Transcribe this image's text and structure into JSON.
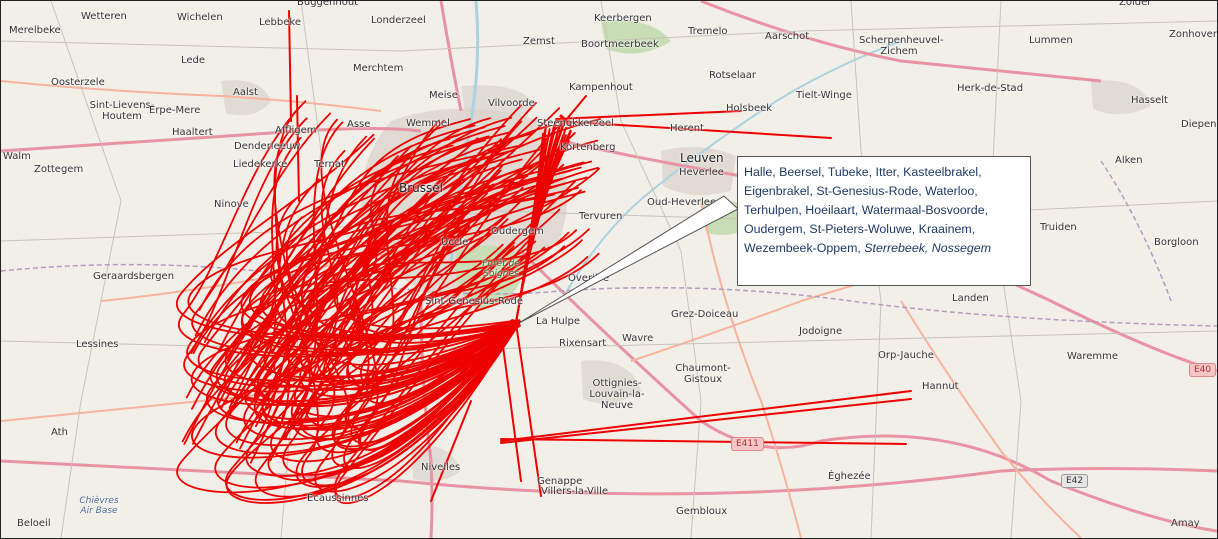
{
  "map": {
    "colors": {
      "land": "#f2efe9",
      "urban": "#d9d3cb",
      "forest": "#c8ddb6",
      "water": "#aad3df",
      "motorway": "#e892a2",
      "primary": "#f9b29c",
      "route": "#ee0000",
      "boundary": "#b59bc0"
    },
    "places": [
      "Wetteren",
      "Wichelen",
      "Buggenhout",
      "Lebbeke",
      "Londerzeel",
      "Keerbergen",
      "Merelbeke",
      "Tremelo",
      "Zemst",
      "Boortmeerbeek",
      "Aarschot",
      "Scherpenheuvel-Zichem",
      "Lummen",
      "Zolder",
      "Zonhoven",
      "Lede",
      "Merchtem",
      "Oosterzele",
      "Aalst",
      "Meise",
      "Vilvoorde",
      "Kampenhout",
      "Rotselaar",
      "Tielt-Winge",
      "Herk-de-Stad",
      "Hasselt",
      "Sint-Lievens-Houtem",
      "Erpe-Mere",
      "Haaltert",
      "Affligem",
      "Asse",
      "Wemmel",
      "Steenokkerzeel",
      "Herent",
      "Holsbeek",
      "Diepenbeek",
      "Denderleeuw",
      "Liedekerke",
      "Ternat",
      "Kortenberg",
      "Leuven",
      "Heverlee",
      "Alken",
      "Zottegem",
      "Ninove",
      "Oud-Heverlee",
      "Tervuren",
      "Truiden",
      "Borgloon",
      "Geraardsbergen",
      "Overijse",
      "Landen",
      "Sint-Genesius-Rode",
      "La Hulpe",
      "Grez-Doiceau",
      "Wavre",
      "Jodoigne",
      "Lessines",
      "Rixensart",
      "Orp-Jauche",
      "Waremme",
      "Chaumont-Gistoux",
      "Hannut",
      "Ottignies-Louvain-la-Neuve",
      "Ath",
      "Nivelles",
      "Genappe",
      "Éghezée",
      "Chièvres Air Base",
      "Villers-la-Ville",
      "Ecaussinnes",
      "Beloeil",
      "Gembloux",
      "Amay",
      "Brussel",
      "Oudergem",
      "Walm",
      "Uccle",
      "Forêt de Soignes"
    ],
    "roads": [
      "E40",
      "E411",
      "E42"
    ],
    "callout": {
      "lines": [
        "Halle, Beersel, Tubeke, Itter, Kasteelbrakel,",
        "Eigenbrakel, St-Genesius-Rode, Waterloo,",
        "Terhulpen, Hoeilaart, Watermaal-Bosvoorde,",
        "Oudergem, St-Pieters-Woluwe, Kraainem,"
      ],
      "last_plain": "Wezembeek-Oppem, ",
      "last_italic": "Sterrebeek, Nossegem"
    }
  }
}
